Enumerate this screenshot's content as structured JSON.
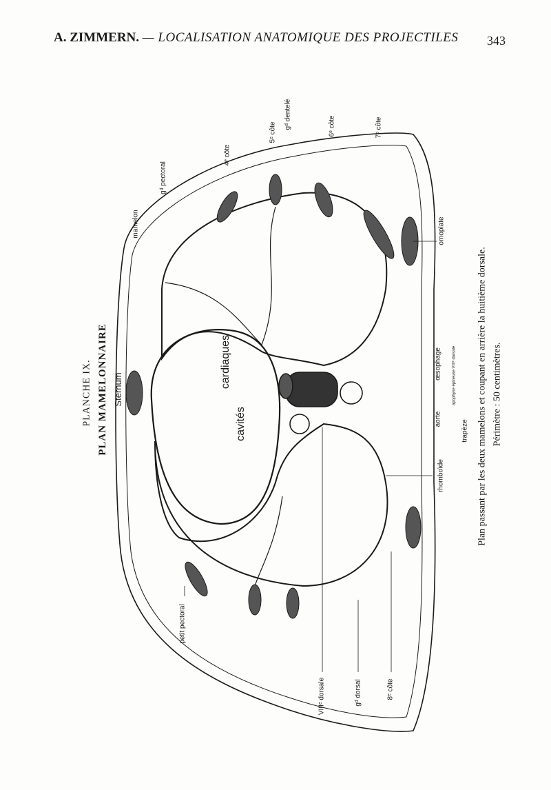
{
  "header": {
    "author": "A. ZIMMERN.",
    "title": "— LOCALISATION ANATOMIQUE DES PROJECTILES",
    "page_number": "343"
  },
  "plate": {
    "number": "PLANCHE IX.",
    "title": "PLAN MAMELONNAIRE",
    "subtitle": "Sternum"
  },
  "labels": {
    "mamelon": "mamelon",
    "grand_pectoral": "gᵈ pectoral",
    "cote4": "4ᵉ côte",
    "cote5": "5ᵉ côte",
    "grand_dentele": "gᵈ dentelé",
    "cote6": "6ᵉ côte",
    "cote7": "7ᵉ côte",
    "omoplate": "omoplate",
    "oesophage": "œsophage",
    "apophyse": "apophyse épineuse VIIIᵉ dorsale",
    "aorte": "aorte",
    "trapeze": "trapèze",
    "rhomboide": "rhomboïde",
    "cavites": "cavités",
    "cardiaques": "cardiaques",
    "petit_pectoral": "petit pectoral",
    "viii_dorsale": "VIIIᵉ dorsale",
    "grand_dorsal": "gᵈ dorsal",
    "cote8": "8ᵉ côte"
  },
  "caption": {
    "line1": "Plan passant par les deux mamelons et coupant en arrière la huitième dorsale.",
    "line2": "Périmètre : 50 centimètres."
  }
}
